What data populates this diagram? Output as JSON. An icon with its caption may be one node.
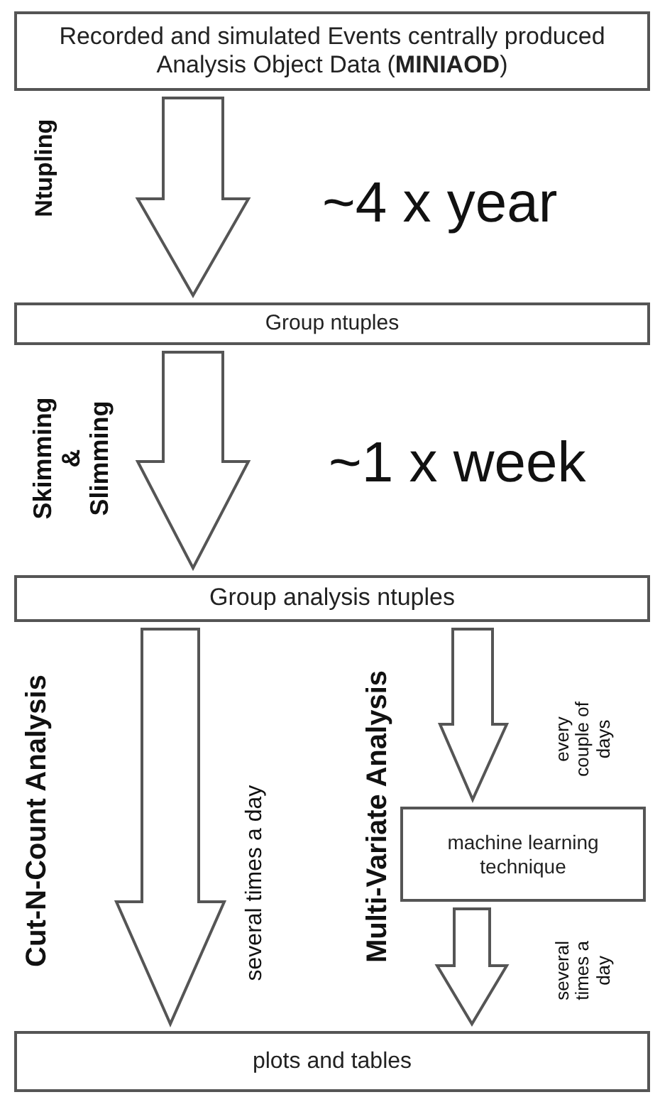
{
  "diagram": {
    "nodes": [
      {
        "text": [
          "Recorded and simulated Events centrally produced Analysis Object Data (**MINIAOD**)"
        ]
      },
      {
        "text": [
          "Group ntuples"
        ]
      },
      {
        "text": [
          "Group analysis ntuples"
        ]
      },
      {
        "text": [
          "machine learning technique"
        ]
      },
      {
        "text": [
          "plots and tables"
        ]
      }
    ],
    "edges": [
      {
        "from": 0,
        "to": 1,
        "arrow": "to"
      },
      {
        "from": 1,
        "to": 2,
        "arrow": "to"
      },
      {
        "from": 2,
        "to": 4,
        "arrow": "to"
      },
      {
        "from": 2,
        "to": 3,
        "arrow": "to"
      },
      {
        "from": 3,
        "to": 4,
        "arrow": "to"
      }
    ],
    "labels": [
      "Ntupling",
      "~4 x year",
      "Skimming & Slimming",
      "~1 x week",
      "Cut-N-Count Analysis",
      "several times a day",
      "Multi-Variate Analysis",
      "every couple of days",
      "several times a day"
    ]
  }
}
